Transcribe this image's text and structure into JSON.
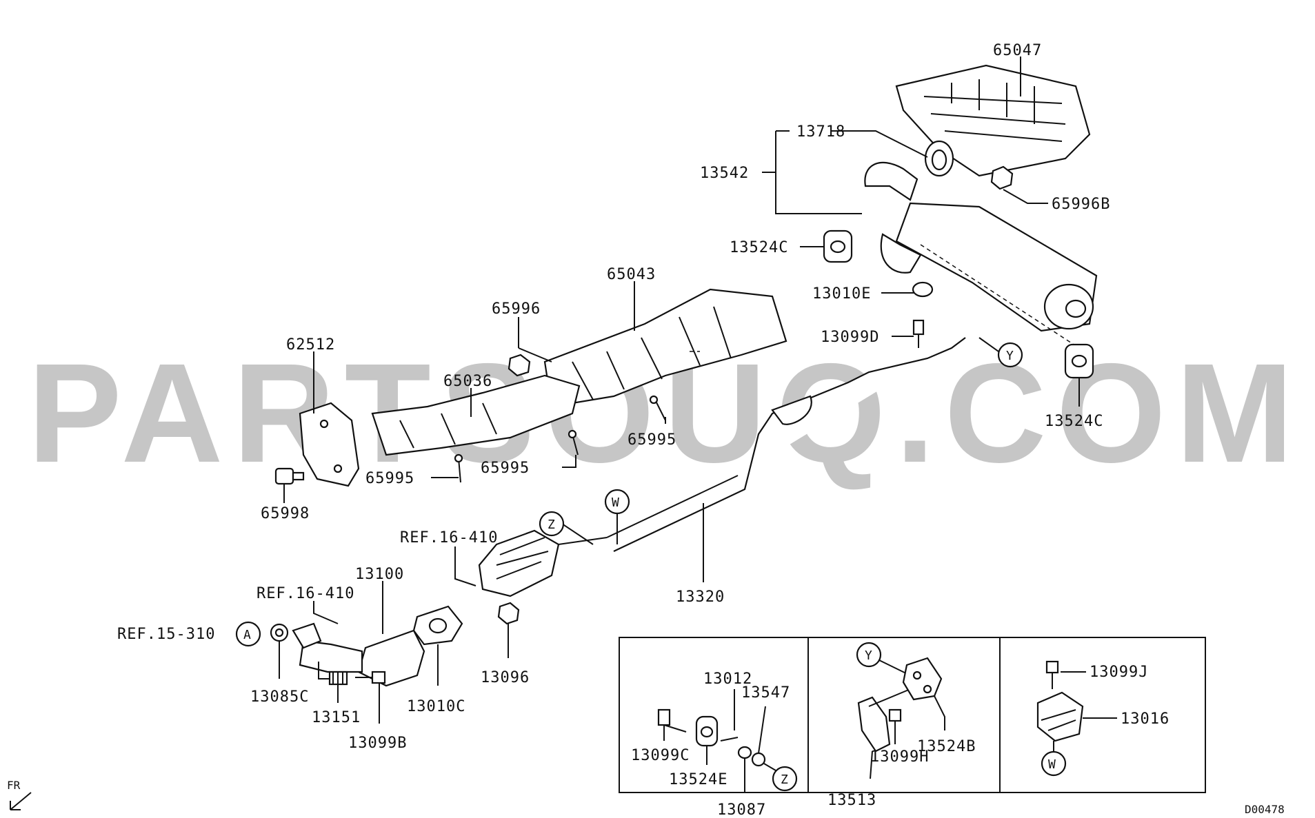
{
  "watermark": "PARTSOUQ.COM",
  "diagram_code": "D00478",
  "direction_marker": "FR",
  "part_labels": {
    "p65047": "65047",
    "p13718": "13718",
    "p13542": "13542",
    "p65996B": "65996B",
    "p13524C_top": "13524C",
    "p13010E": "13010E",
    "p13099D": "13099D",
    "p13524C_right": "13524C",
    "p65043": "65043",
    "p65996": "65996",
    "p62512": "62512",
    "p65036": "65036",
    "p65995_a": "65995",
    "p65995_b": "65995",
    "p65995_c": "65995",
    "p65998": "65998",
    "p13100": "13100",
    "p13320": "13320",
    "p13085C": "13085C",
    "p13151": "13151",
    "p13099B": "13099B",
    "p13010C": "13010C",
    "p13096": "13096",
    "p13012": "13012",
    "p13547": "13547",
    "p13099C": "13099C",
    "p13524E": "13524E",
    "p13087": "13087",
    "p13513": "13513",
    "p13099H": "13099H",
    "p13524B": "13524B",
    "p13099J": "13099J",
    "p13016": "13016"
  },
  "references": {
    "ref_16_410_upper": "REF.16-410",
    "ref_16_410_lower": "REF.16-410",
    "ref_15_310": "REF.15-310"
  },
  "callouts": {
    "A": "A",
    "W_main": "W",
    "Z_main": "Z",
    "Y_main": "Y",
    "Z_detail": "Z",
    "Y_detail": "Y",
    "W_detail": "W"
  }
}
